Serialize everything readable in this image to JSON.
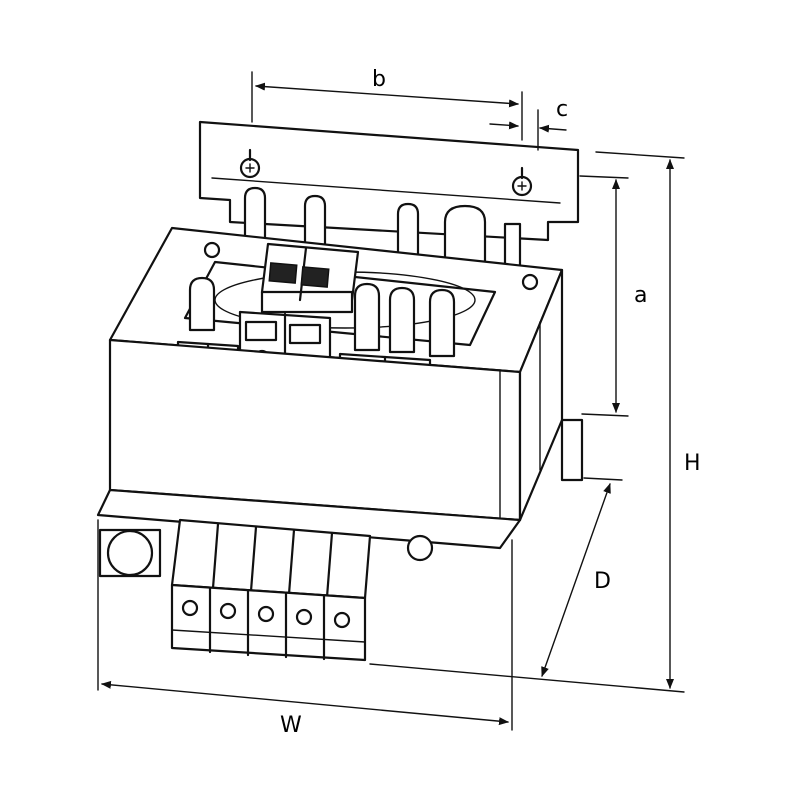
{
  "labels": {
    "b": "b",
    "c": "c",
    "a": "a",
    "H": "H",
    "D": "D",
    "W": "W"
  },
  "colors": {
    "line": "#111111",
    "background": "#ffffff"
  }
}
